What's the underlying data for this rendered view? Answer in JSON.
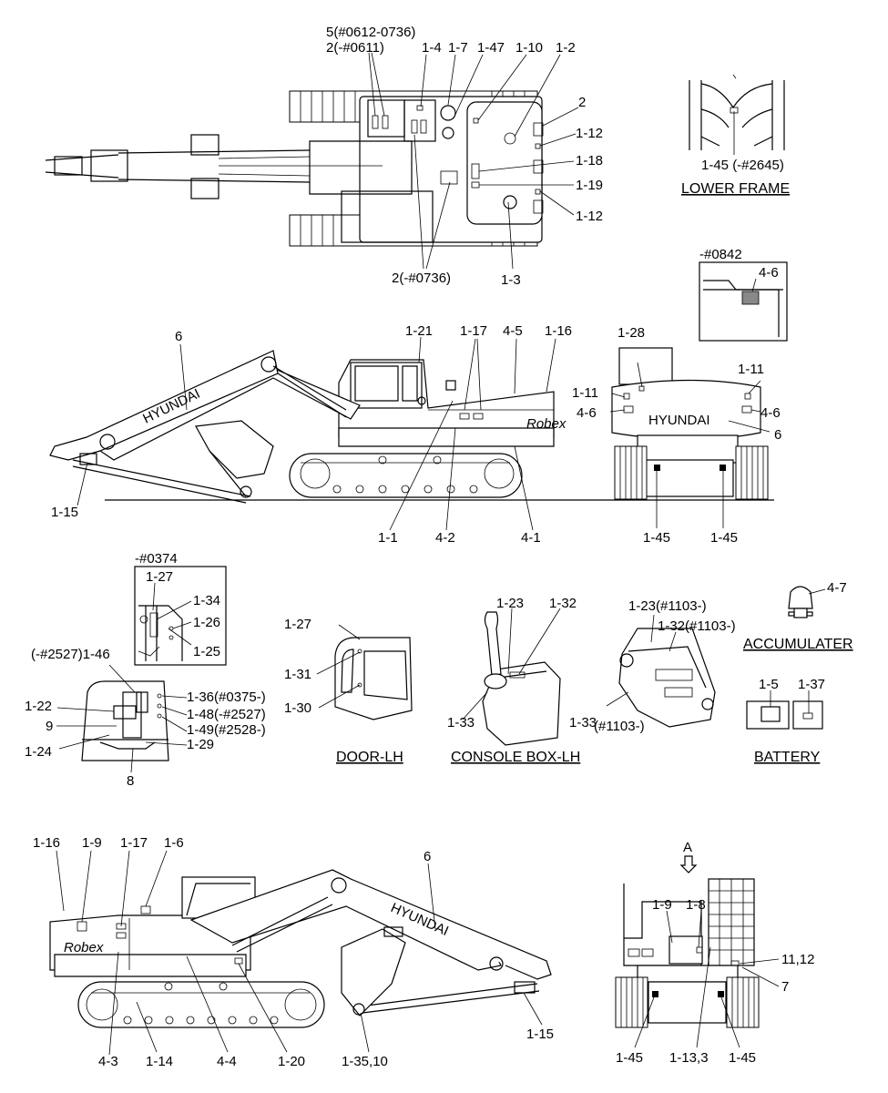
{
  "captions": {
    "lower_frame": "LOWER FRAME",
    "accumulater": "ACCUMULATER",
    "door_lh": "DOOR-LH",
    "console_box_lh": "CONSOLE BOX-LH",
    "battery": "BATTERY"
  },
  "boom_text": "HYUNDAI",
  "view_arrow": "A",
  "callouts": {
    "top": {
      "c5": "5(#0612-0736)",
      "c2a": "2(-#0611)",
      "c14": "1-4",
      "c17": "1-7",
      "c147": "1-47",
      "c110": "1-10",
      "c12": "1-2",
      "c2": "2",
      "c112a": "1-12",
      "c118": "1-18",
      "c119": "1-19",
      "c112b": "1-12",
      "c2b": "2(-#0736)",
      "c13": "1-3"
    },
    "lower_frame": {
      "c145": "1-45 (-#2645)"
    },
    "inset0842": {
      "range": "-#0842",
      "c46": "4-6"
    },
    "side_lh": {
      "c6": "6",
      "c121": "1-21",
      "c117": "1-17",
      "c45": "4-5",
      "c116": "1-16",
      "c115": "1-15",
      "c11": "1-1",
      "c42": "4-2",
      "c41": "4-1"
    },
    "rear": {
      "c128": "1-28",
      "c111a": "1-11",
      "c111b": "1-11",
      "c46a": "4-6",
      "c46b": "4-6",
      "c6": "6",
      "c145a": "1-45",
      "c145b": "1-45"
    },
    "inset0374": {
      "range": "-#0374",
      "c127": "1-27",
      "c134": "1-34",
      "c126": "1-26",
      "c125": "1-25"
    },
    "cab_inner": {
      "c146": "(-#2527)1-46",
      "c136": "1-36(#0375-)",
      "c122": "1-22",
      "c148": "1-48(-#2527)",
      "c9": "9",
      "c149": "1-49(#2528-)",
      "c124": "1-24",
      "c129": "1-29",
      "c8": "8"
    },
    "door": {
      "c127": "1-27",
      "c131": "1-31",
      "c130": "1-30"
    },
    "console": {
      "c123": "1-23",
      "c132": "1-32",
      "c133": "1-33",
      "c123b": "1-23(#1103-)",
      "c132b": "1-32(#1103-)",
      "c133b": "1-33",
      "c133b_note": "(#1103-)"
    },
    "accum": {
      "c47": "4-7"
    },
    "battery": {
      "c15": "1-5",
      "c137": "1-37"
    },
    "side_rh": {
      "c116": "1-16",
      "c19": "1-9",
      "c117": "1-17",
      "c16": "1-6",
      "c6": "6",
      "c43": "4-3",
      "c114": "1-14",
      "c44": "4-4",
      "c120": "1-20",
      "c135": "1-35,10",
      "c115": "1-15"
    },
    "front": {
      "c19": "1-9",
      "c18": "1-8",
      "c1112": "11,12",
      "c7": "7",
      "c145a": "1-45",
      "c113": "1-13,3",
      "c145b": "1-45"
    }
  }
}
